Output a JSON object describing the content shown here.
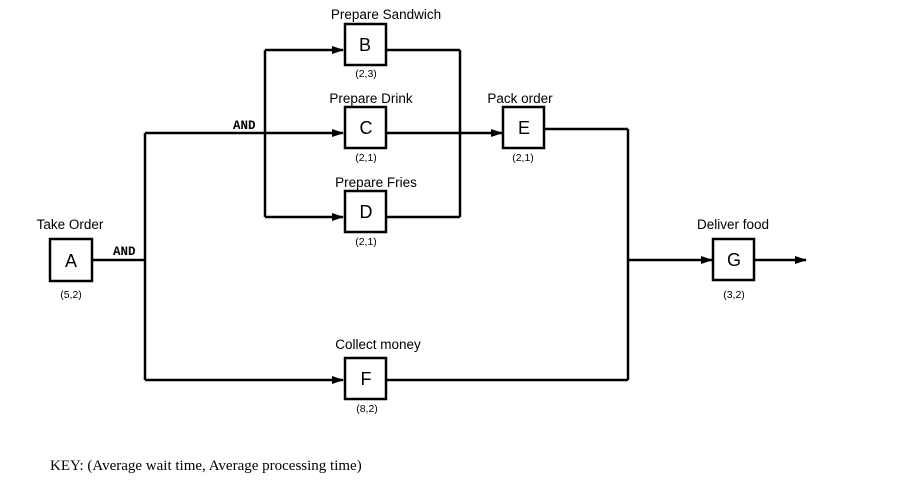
{
  "nodes": {
    "A": {
      "letter": "A",
      "title": "Take Order",
      "params": "(5,2)"
    },
    "B": {
      "letter": "B",
      "title": "Prepare Sandwich",
      "params": "(2,3)"
    },
    "C": {
      "letter": "C",
      "title": "Prepare Drink",
      "params": "(2,1)"
    },
    "D": {
      "letter": "D",
      "title": "Prepare Fries",
      "params": "(2,1)"
    },
    "E": {
      "letter": "E",
      "title": "Pack order",
      "params": "(2,1)"
    },
    "F": {
      "letter": "F",
      "title": "Collect money",
      "params": "(8,2)"
    },
    "G": {
      "letter": "G",
      "title": "Deliver food",
      "params": "(3,2)"
    }
  },
  "gates": {
    "split_after_A": "AND",
    "split_before_BCD": "AND"
  },
  "key": "KEY: (Average wait time, Average processing time)"
}
